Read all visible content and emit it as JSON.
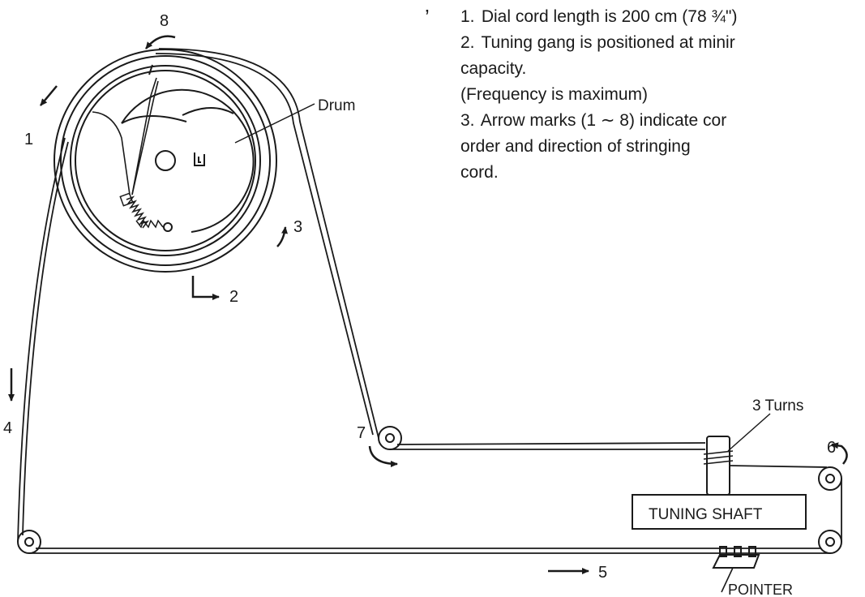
{
  "notes": [
    {
      "number": "1.",
      "lines": [
        "Dial cord length is 200 cm (78 ¾\")"
      ]
    },
    {
      "number": "2.",
      "lines": [
        "Tuning gang is positioned at minir",
        "capacity.",
        "(Frequency is maximum)"
      ]
    },
    {
      "number": "3.",
      "lines": [
        "Arrow marks (1 ∼ 8) indicate cor",
        "order and direction of stringing",
        "cord."
      ]
    }
  ],
  "labels": {
    "drum": "Drum",
    "turns": "3 Turns",
    "tuning_shaft": "TUNING SHAFT",
    "pointer": "POINTER",
    "apostrophe": "’"
  },
  "arrow_marks": {
    "m1": "1",
    "m2": "2",
    "m3": "3",
    "m4": "4",
    "m5": "5",
    "m6": "6",
    "m7": "7",
    "m8": "8"
  },
  "colors": {
    "line": "#1a1a1a",
    "background": "#ffffff"
  }
}
